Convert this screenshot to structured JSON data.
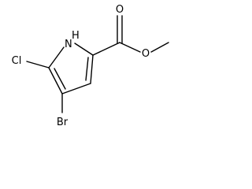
{
  "structure": {
    "atoms": {
      "nh": "N",
      "h": "H",
      "cl": "Cl",
      "br": "Br",
      "carbonyl_o": "O",
      "ester_o": "O"
    }
  }
}
